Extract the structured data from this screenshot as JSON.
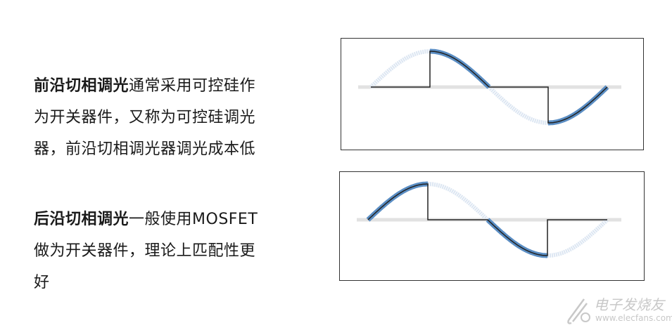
{
  "paragraphs": {
    "leading": {
      "term": "前沿切相调光",
      "line1": "通常采用可控硅作",
      "line2": "为开关器件，又称为可控硅调光",
      "line3": "器，前沿切相调光器调光成本低"
    },
    "trailing": {
      "term": "后沿切相调光",
      "line1": "一般使用MOSFET",
      "line2": "做为开关器件，理论上匹配性更",
      "line3": "好"
    }
  },
  "colors": {
    "conducted": "#5b8ec4",
    "blocked": "#dce6f2",
    "axis": "#e2e2e2",
    "output": "#222222"
  },
  "waveforms": {
    "leading": {
      "mode": "leading-edge",
      "conduction_fraction": 0.5
    },
    "trailing": {
      "mode": "trailing-edge",
      "conduction_fraction": 0.5
    }
  },
  "watermark": {
    "text": "电子发烧友",
    "url": "www.elecfans.com"
  }
}
